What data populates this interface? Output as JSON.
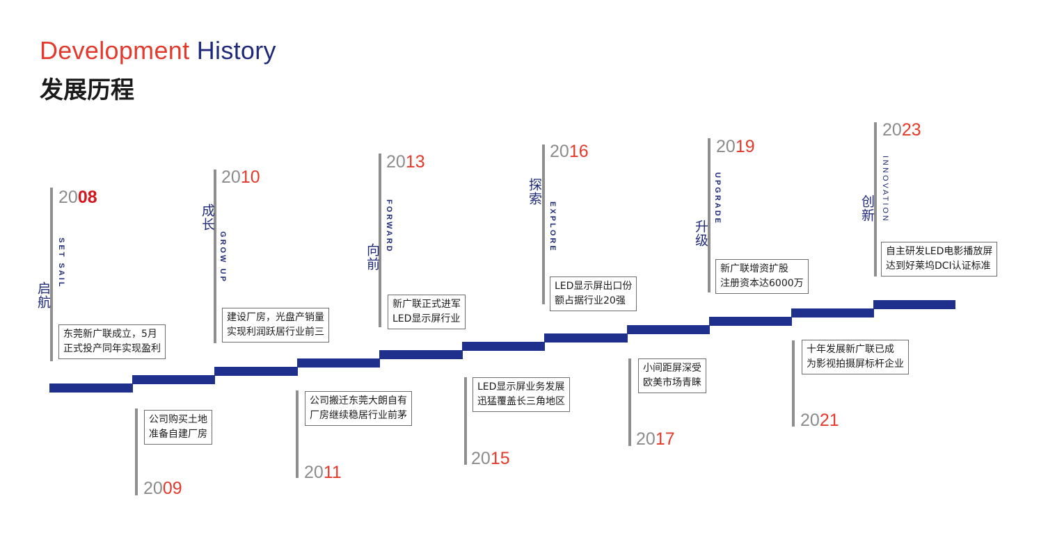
{
  "header": {
    "title_en_part1": "Development",
    "title_en_part2": "History",
    "title_cn": "发展历程"
  },
  "colors": {
    "step_blue": "#1f2f8c",
    "accent_red": "#e2392b",
    "year_gray": "#8b8b8b",
    "line_gray": "#8e8e8e",
    "text_navy": "#1f2a7a"
  },
  "milestones": [
    {
      "year_prefix": "20",
      "year_suffix": "08",
      "label_cn": "启航",
      "label_en": "SET SAIL",
      "lines": [
        "东莞新广联成立，5月",
        "正式投产同年实现盈利"
      ]
    },
    {
      "year_prefix": "20",
      "year_suffix": "09",
      "lines": [
        "公司购买土地",
        "准备自建厂房"
      ]
    },
    {
      "year_prefix": "20",
      "year_suffix": "10",
      "label_cn": "成长",
      "label_en": "GROW UP",
      "lines": [
        "建设厂房，光盘产销量",
        "实现利润跃居行业前三"
      ]
    },
    {
      "year_prefix": "20",
      "year_suffix": "11",
      "lines": [
        "公司搬迁东莞大朗自有",
        "厂房继续稳居行业前茅"
      ]
    },
    {
      "year_prefix": "20",
      "year_suffix": "13",
      "label_cn": "向前",
      "label_en": "FORWARD",
      "lines": [
        "新广联正式进军",
        "LED显示屏行业"
      ]
    },
    {
      "year_prefix": "20",
      "year_suffix": "15",
      "lines": [
        "LED显示屏业务发展",
        "迅猛覆盖长三角地区"
      ]
    },
    {
      "year_prefix": "20",
      "year_suffix": "16",
      "label_cn": "探索",
      "label_en": "EXPLORE",
      "lines": [
        "LED显示屏出口份",
        "额占据行业20强"
      ]
    },
    {
      "year_prefix": "20",
      "year_suffix": "17",
      "lines": [
        "小间距屏深受",
        "欧美市场青睐"
      ]
    },
    {
      "year_prefix": "20",
      "year_suffix": "19",
      "label_cn": "升级",
      "label_en": "UPGRADE",
      "lines": [
        "新广联增资扩股",
        "注册资本达6000万"
      ]
    },
    {
      "year_prefix": "20",
      "year_suffix": "21",
      "lines": [
        "十年发展新广联已成",
        "为影视拍摄屏标杆企业"
      ]
    },
    {
      "year_prefix": "20",
      "year_suffix": "23",
      "label_cn": "创新",
      "label_en": "INNOVATION",
      "lines": [
        "自主研发LED电影播放屏",
        "达到好莱坞DCI认证标准"
      ]
    }
  ]
}
